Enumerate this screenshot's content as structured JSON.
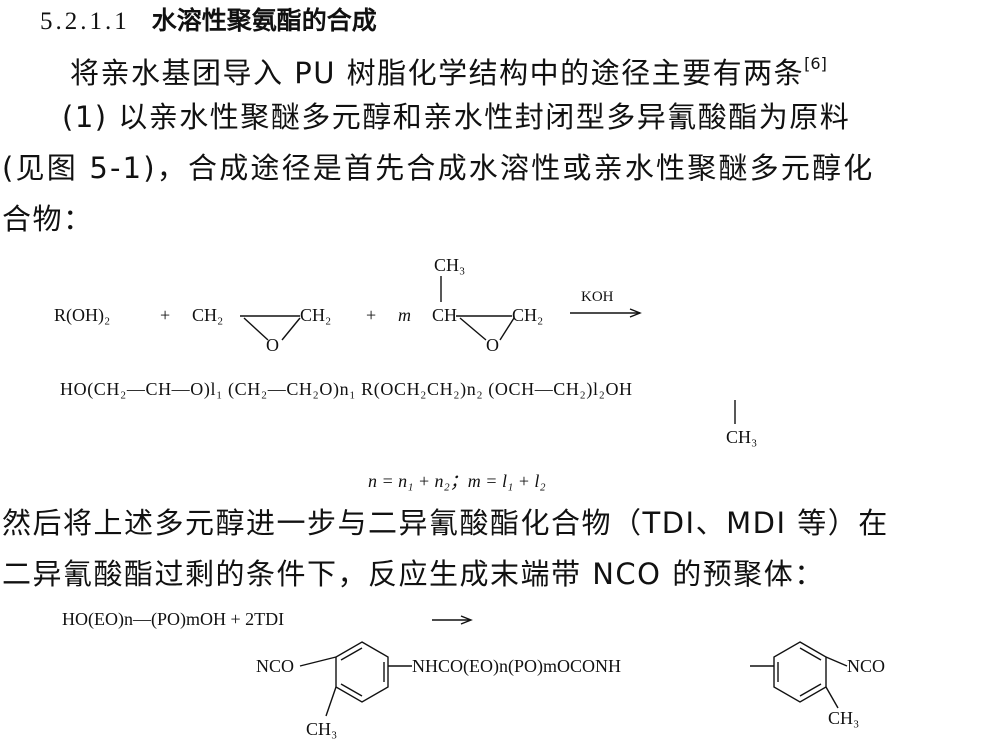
{
  "section": {
    "number": "5.2.1.1",
    "title": "水溶性聚氨酯的合成"
  },
  "intro": {
    "text": "将亲水基团导入 PU 树脂化学结构中的途径主要有两条",
    "citation": "[6]"
  },
  "method1": {
    "line1": "(1) 以亲水性聚醚多元醇和亲水性封闭型多异氰酸酯为原料",
    "line2": "(见图 5-1)，合成途径是首先合成水溶性或亲水性聚醚多元醇化",
    "line3": "合物："
  },
  "reaction1": {
    "reactant_a": "R(OH)₂",
    "plus1": "+",
    "ethylene_oxide_left": "CH₂",
    "ethylene_oxide_right": "CH₂",
    "oxygen": "O",
    "plus2": "+",
    "m": "m",
    "methyl": "CH₃",
    "propylene_oxide_left": "CH",
    "propylene_oxide_right": "CH₂",
    "catalyst": "KOH",
    "product": "HO(CH₂—CH—O)l₁ (CH₂—CH₂O)n₁ R(OCH₂CH₂)n₂ (OCH—CH₂)l₂OH",
    "product_methyl": "CH₃",
    "condition": "n = n₁ + n₂；m = l₁ + l₂"
  },
  "method1_cont": {
    "line1": "然后将上述多元醇进一步与二异氰酸酯化合物（TDI、MDI 等）在",
    "line2": "二异氰酸酯过剩的条件下，反应生成末端带 NCO 的预聚体："
  },
  "reaction2": {
    "reactant": "HO(EO)n—(PO)mOH + 2TDI",
    "nco_left": "NCO",
    "linker": "NHCO(EO)n(PO)mOCONH",
    "nco_right": "NCO",
    "methyl_left": "CH₃",
    "methyl_right": "CH₃"
  }
}
